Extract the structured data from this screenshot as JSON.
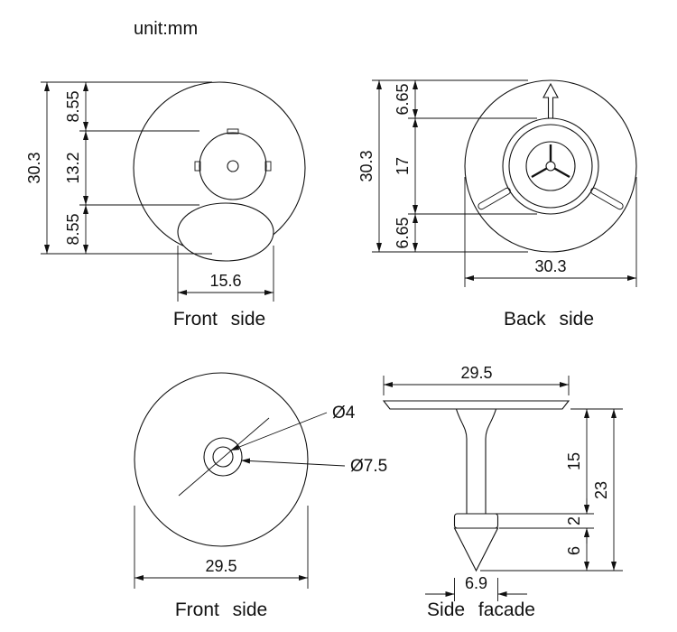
{
  "unit_label": "unit:mm",
  "colors": {
    "line": "#111111",
    "background": "#ffffff"
  },
  "views": {
    "front_top": {
      "title": "Front side",
      "dim_overall_height": "30.3",
      "dim_top": "8.55",
      "dim_middle": "13.2",
      "dim_bottom": "8.55",
      "dim_ellipse_width": "15.6"
    },
    "back": {
      "title": "Back side",
      "dim_overall_height": "30.3",
      "dim_top": "6.65",
      "dim_middle": "17",
      "dim_bottom": "6.65",
      "dim_overall_width": "30.3"
    },
    "front_bottom": {
      "title": "Front side",
      "dim_inner_diameter": "Ø4",
      "dim_outer_diameter": "Ø7.5",
      "dim_overall_width": "29.5"
    },
    "side": {
      "title": "Side facade",
      "dim_cap_width": "29.5",
      "dim_shaft_height": "15",
      "dim_overall_height": "23",
      "dim_collar_height": "2",
      "dim_tip_height": "6",
      "dim_tip_width": "6.9"
    }
  }
}
